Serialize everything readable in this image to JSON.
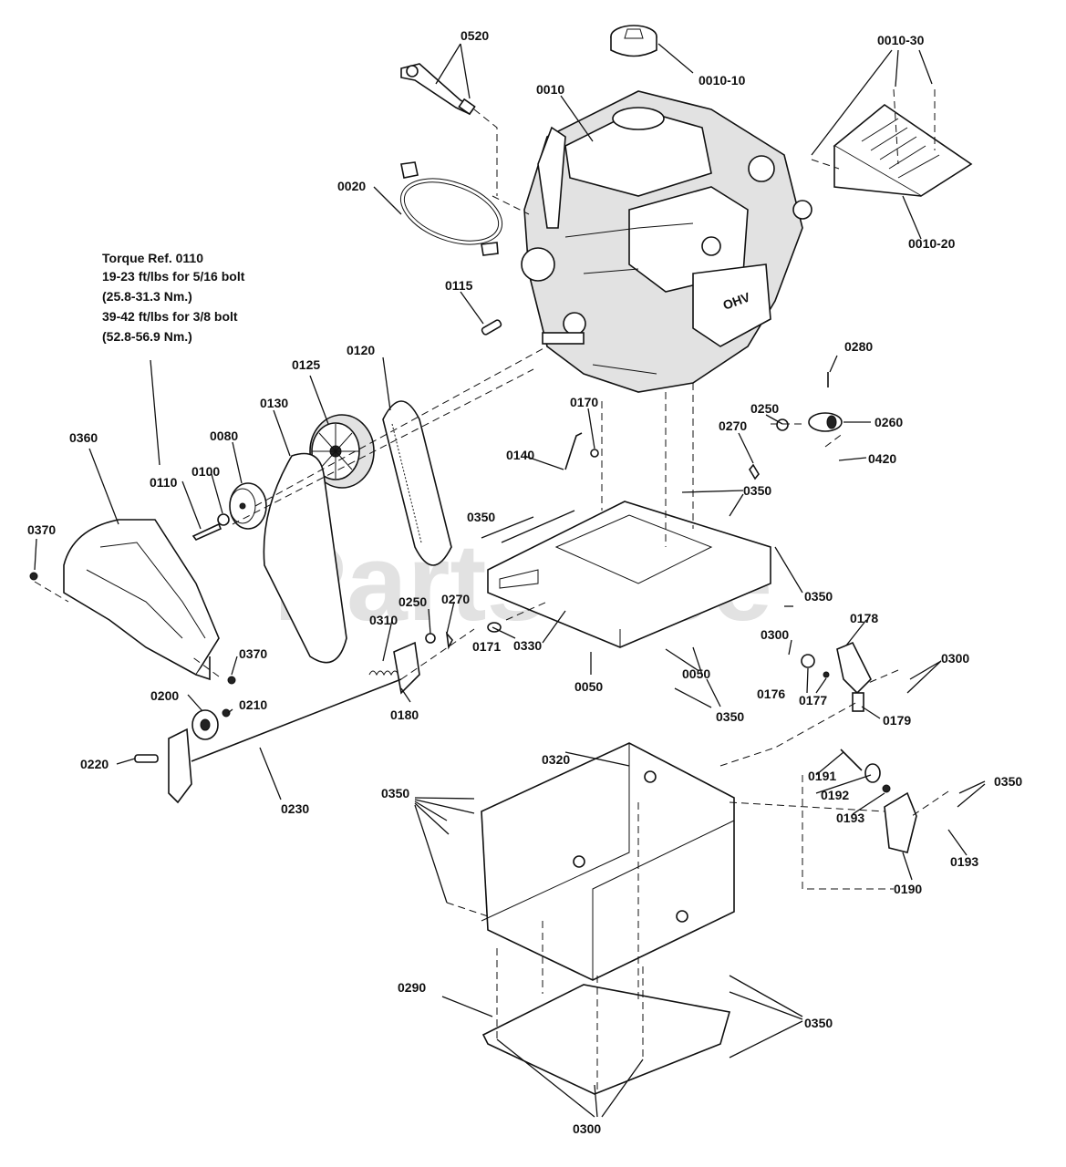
{
  "watermark": "PartsTree",
  "torque_note": {
    "line1": "Torque Ref. 0110",
    "line2": "19-23 ft/lbs for 5/16 bolt",
    "line3": "(25.8-31.3 Nm.)",
    "line4": "39-42 ft/lbs for 3/8 bolt",
    "line5": "(52.8-56.9 Nm.)"
  },
  "labels": {
    "p0520": "0520",
    "p0010_10": "0010-10",
    "p0010": "0010",
    "p0010_30": "0010-30",
    "p0020": "0020",
    "p0010_20": "0010-20",
    "p0115": "0115",
    "p0120": "0120",
    "p0125": "0125",
    "p0130": "0130",
    "p0080": "0080",
    "p0360": "0360",
    "p0100": "0100",
    "p0110": "0110",
    "p0370a": "0370",
    "p0370b": "0370",
    "p0280": "0280",
    "p0250a": "0250",
    "p0260": "0260",
    "p0270a": "0270",
    "p0420": "0420",
    "p0170": "0170",
    "p0140": "0140",
    "p0350a": "0350",
    "p0350b": "0350",
    "p0350c": "0350",
    "p0350d": "0350",
    "p0350e": "0350",
    "p0350f": "0350",
    "p0350g": "0350",
    "p0250b": "0250",
    "p0270b": "0270",
    "p0310": "0310",
    "p0171": "0171",
    "p0330": "0330",
    "p0050a": "0050",
    "p0050b": "0050",
    "p0180": "0180",
    "p0200": "0200",
    "p0210": "0210",
    "p0220": "0220",
    "p0230": "0230",
    "p0300a": "0300",
    "p0300b": "0300",
    "p0300c": "0300",
    "p0178": "0178",
    "p0176": "0176",
    "p0177": "0177",
    "p0179": "0179",
    "p0320": "0320",
    "p0191": "0191",
    "p0192": "0192",
    "p0193a": "0193",
    "p0193b": "0193",
    "p0190": "0190",
    "p0290": "0290"
  }
}
